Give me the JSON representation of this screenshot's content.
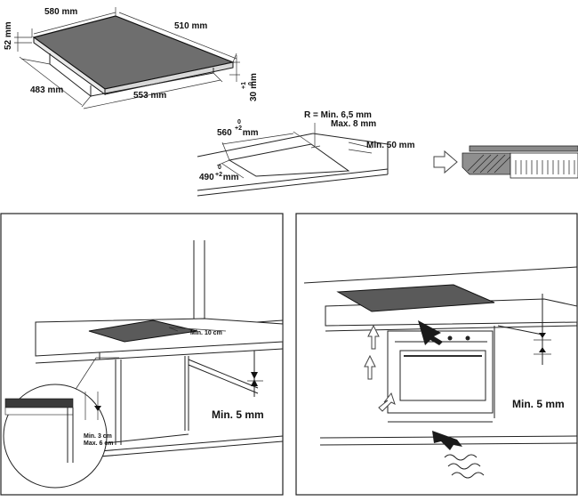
{
  "dimensions": {
    "hob_width": "580 mm",
    "hob_depth": "510 mm",
    "hob_height": "52 mm",
    "base_depth": "483 mm",
    "base_width": "553 mm",
    "side_clearance": "30",
    "side_clearance_unit": "mm",
    "side_clearance_tolerance": "+1",
    "side_clearance_tolerance_low": "0",
    "cutout_width": "560",
    "cutout_width_unit": "mm",
    "cutout_width_tolerance": "+2",
    "cutout_width_tolerance_low": "0",
    "cutout_depth": "490",
    "cutout_depth_unit": "mm",
    "cutout_depth_tolerance": "+2",
    "cutout_depth_tolerance_low": "0",
    "corner_radius": "R = Min. 6,5 mm",
    "corner_radius_max": "Max. 8 mm",
    "min_front_distance": "Min. 50 mm"
  },
  "left_panel": {
    "wall_distance": "Min. 10 cm",
    "worktop_min": "Min. 3 cm",
    "worktop_max": "Max. 6 cm",
    "below_clearance": "Min. 5 mm"
  },
  "right_panel": {
    "below_clearance": "Min. 5 mm"
  },
  "colors": {
    "line": "#222222",
    "hob_fill": "#6e6e6e",
    "arrow_fill": "#1a1a1a"
  }
}
